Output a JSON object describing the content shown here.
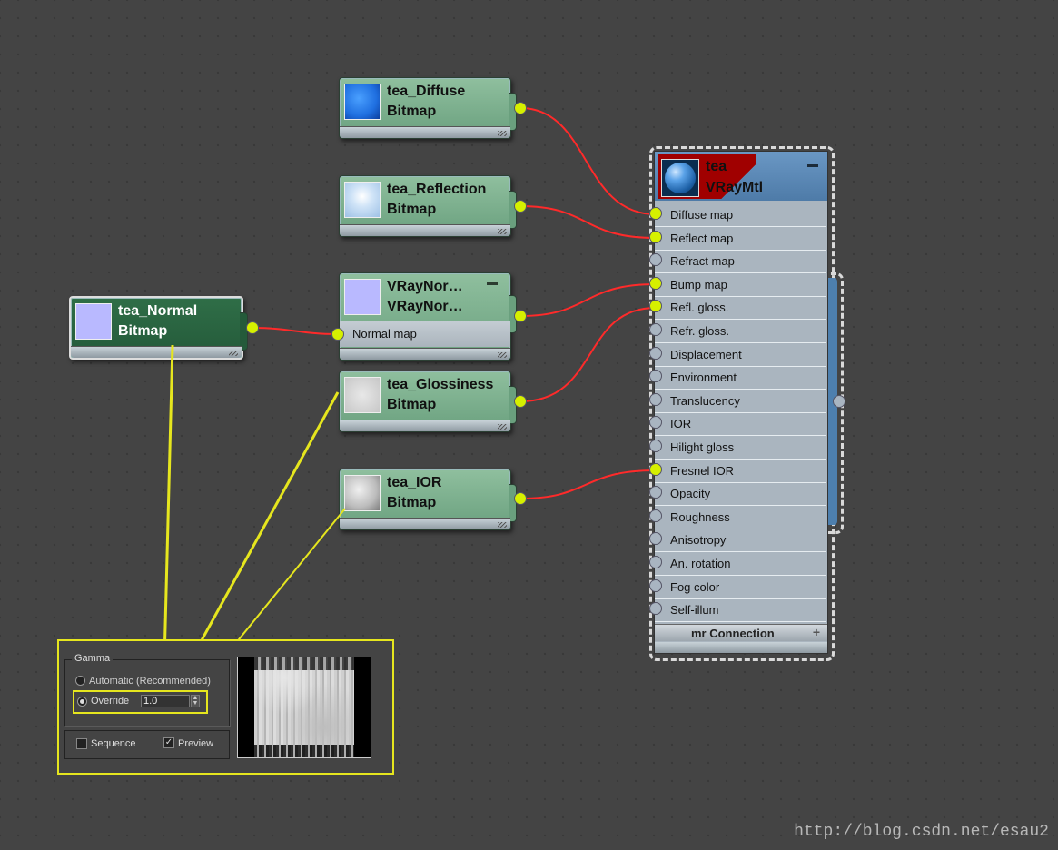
{
  "nodes": {
    "diffuse": {
      "title": "tea_Diffuse",
      "type": "Bitmap"
    },
    "reflection": {
      "title": "tea_Reflection",
      "type": "Bitmap"
    },
    "vraynormal": {
      "title": "VRayNor…",
      "type": "VRayNor…",
      "slot": "Normal map"
    },
    "normal": {
      "title": "tea_Normal",
      "type": "Bitmap"
    },
    "glossiness": {
      "title": "tea_Glossiness",
      "type": "Bitmap"
    },
    "ior": {
      "title": "tea_IOR",
      "type": "Bitmap"
    }
  },
  "material": {
    "name": "tea",
    "type": "VRayMtl",
    "slots": [
      {
        "label": "Diffuse map",
        "connected": true
      },
      {
        "label": "Reflect map",
        "connected": true
      },
      {
        "label": "Refract map",
        "connected": false
      },
      {
        "label": "Bump map",
        "connected": true
      },
      {
        "label": "Refl. gloss.",
        "connected": true
      },
      {
        "label": "Refr. gloss.",
        "connected": false
      },
      {
        "label": "Displacement",
        "connected": false
      },
      {
        "label": "Environment",
        "connected": false
      },
      {
        "label": "Translucency",
        "connected": false
      },
      {
        "label": "IOR",
        "connected": false
      },
      {
        "label": "Hilight gloss",
        "connected": false
      },
      {
        "label": "Fresnel IOR",
        "connected": true
      },
      {
        "label": "Opacity",
        "connected": false
      },
      {
        "label": "Roughness",
        "connected": false
      },
      {
        "label": "Anisotropy",
        "connected": false
      },
      {
        "label": "An. rotation",
        "connected": false
      },
      {
        "label": "Fog color",
        "connected": false
      },
      {
        "label": "Self-illum",
        "connected": false
      }
    ],
    "mr_connection": "mr Connection"
  },
  "gamma_panel": {
    "group_label": "Gamma",
    "automatic_label": "Automatic (Recommended)",
    "override_label": "Override",
    "override_value": "1.0",
    "sequence_label": "Sequence",
    "preview_label": "Preview"
  },
  "watermark": "http://blog.csdn.net/esau2",
  "colors": {
    "wire": "#ff2a2a",
    "highlight": "#e6e61e",
    "port_active": "#d6f000",
    "node_green": "#6aa07e",
    "material_blue": "#4e7ba8"
  }
}
